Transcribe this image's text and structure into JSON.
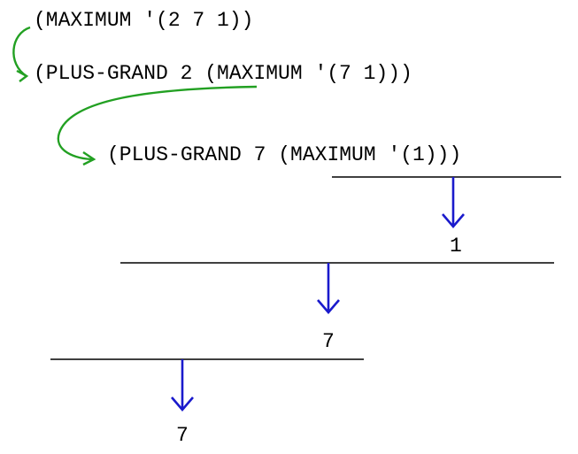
{
  "expressions": {
    "line1": "(MAXIMUM '(2 7 1))",
    "line2": "(PLUS-GRAND 2 (MAXIMUM '(7 1)))",
    "line3": "(PLUS-GRAND 7 (MAXIMUM '(1)))"
  },
  "results": {
    "r1": "1",
    "r2": "7",
    "r3": "7"
  },
  "colors": {
    "expansion_arrow": "#22a022",
    "result_arrow": "#1a1acc",
    "text": "#000000",
    "line": "#000000"
  }
}
